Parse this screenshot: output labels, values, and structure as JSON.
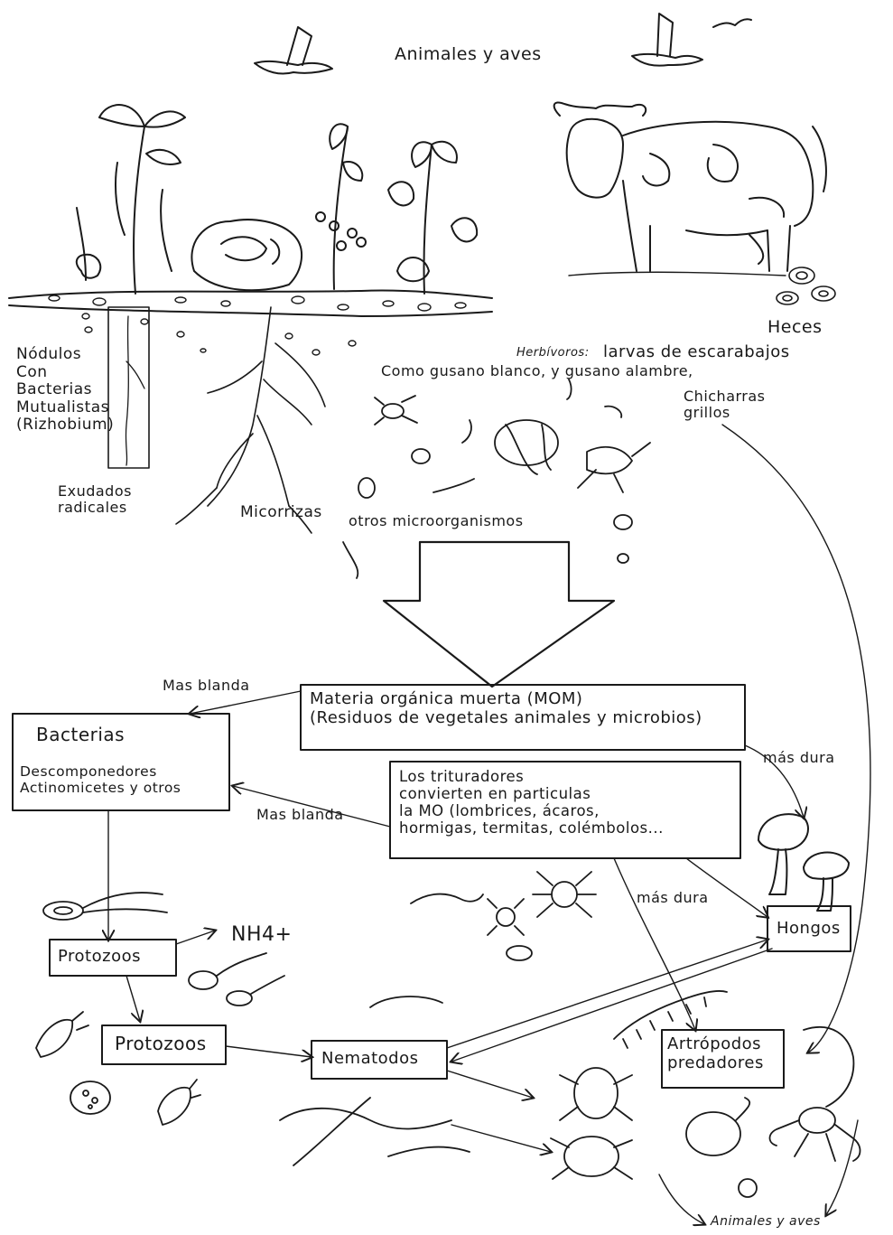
{
  "labels": {
    "animales_aves_top": "Animales y aves",
    "heces": "Heces",
    "nodulos": "Nódulos\nCon\nBacterias\nMutualistas\n(Rizhobium)",
    "exudados": "Exudados\nradicales",
    "micorrizas": "Micorrizas",
    "otros_micro": "otros microorganismos",
    "herbivoros_prefix": "Herbívoros:",
    "herbivoros_text": "larvas de escarabajos",
    "gusano": "Como gusano blanco, y gusano alambre,",
    "chicharras": "Chicharras\ngrillos",
    "mom": "Materia orgánica muerta (MOM)\n(Residuos de vegetales animales y microbios)",
    "mas_blanda_1": "Mas blanda",
    "mas_blanda_2": "Mas blanda",
    "mas_dura_1": "más dura",
    "mas_dura_2": "más dura",
    "bacterias_title": "Bacterias",
    "bacterias_sub": "Descomponedores\nActinomicetes y otros",
    "trituradores": "Los trituradores\nconvierten en particulas\nla MO (lombrices, ácaros,\nhormigas, termitas, colémbolos...",
    "nh4": "NH4+",
    "protozoos_1": "Protozoos",
    "protozoos_2": "Protozoos",
    "nematodos": "Nematodos",
    "hongos": "Hongos",
    "artropodos": "Artrópodos\npredadores",
    "animales_aves_bottom": "Animales y aves"
  },
  "icons": [
    "bird-icon",
    "cow-icon",
    "plant-icon",
    "cabbage-icon",
    "root-icon",
    "insect-icon",
    "worm-icon",
    "mushroom-icon",
    "spider-icon",
    "beetle-icon",
    "scorpion-icon",
    "bacteria-icon",
    "protozoa-icon",
    "centipede-icon"
  ],
  "colors": {
    "ink": "#1a1a1a",
    "paper": "#ffffff"
  }
}
